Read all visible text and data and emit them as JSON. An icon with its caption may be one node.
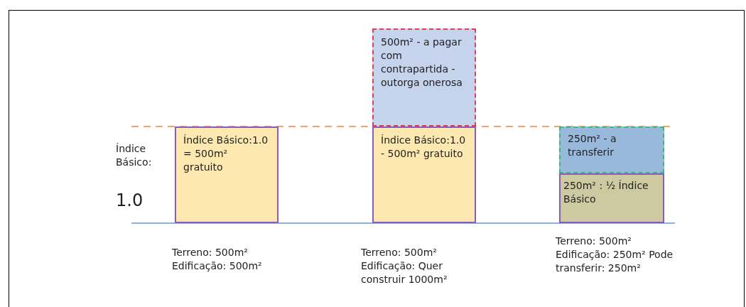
{
  "diagram": {
    "nodes": [
      {
        "text": [
          "Índice Básico:1.0 = 500m² gratuito"
        ]
      },
      {
        "text": [
          "500m² - a pagar com contrapartida - outorga onerosa"
        ]
      },
      {
        "text": [
          "Índice Básico:1.0 - 500m² gratuito"
        ]
      },
      {
        "text": [
          "250m² - a transferir"
        ]
      },
      {
        "text": [
          "250m² : ½ Índice Básico"
        ]
      }
    ],
    "edges": [],
    "labels": [
      "Índice Básico:",
      "1.0",
      "Terreno: 500m² Edificação: 500m²",
      "Terreno: 500m² Edificação: Quer construir 1000m²",
      "Terreno: 500m² Edificação: 250m² Pode transferir: 250m²"
    ]
  }
}
